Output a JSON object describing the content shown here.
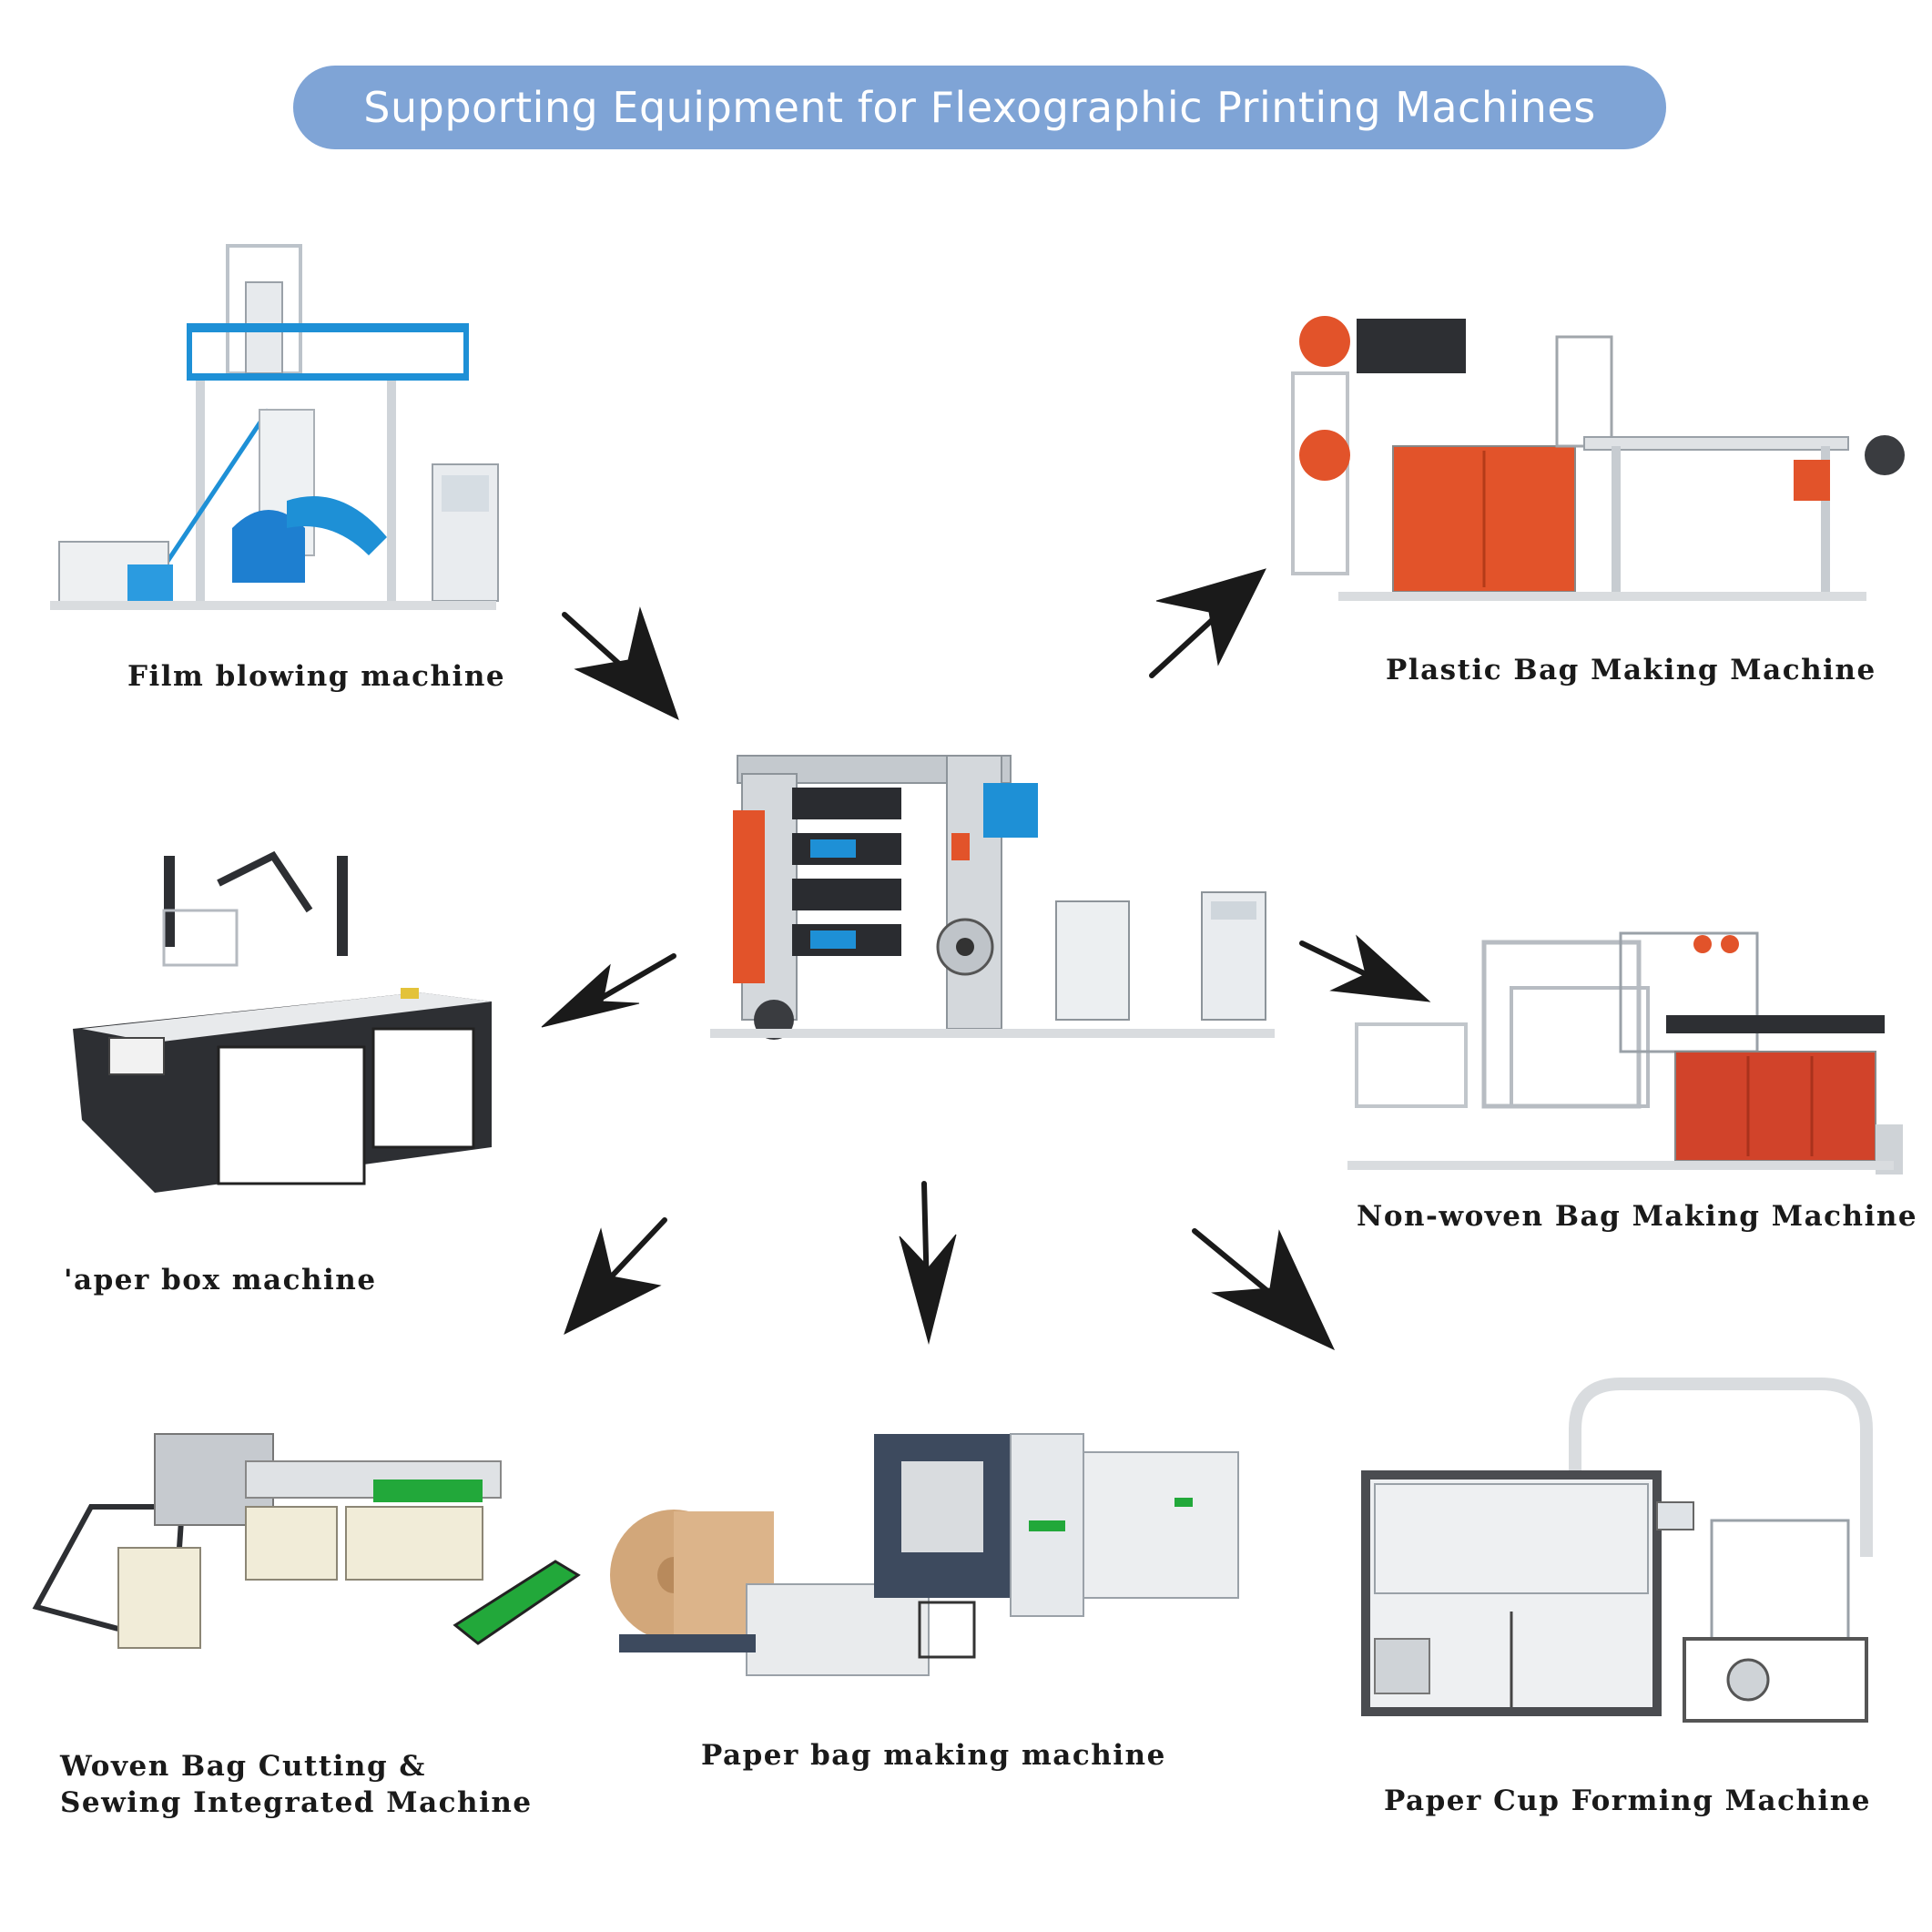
{
  "title": "Supporting Equipment for Flexographic Printing Machines",
  "colors": {
    "banner": "#7fa4d6",
    "accent_orange": "#e2532a",
    "machine_blue": "#1e90d6",
    "frame_gray": "#bfc3c8",
    "dark_panel": "#2d2f33",
    "kraft": "#d2a77a",
    "conveyor_green": "#22a83a"
  },
  "center": {
    "name": "flexographic-printing-machine"
  },
  "machines": {
    "film_blowing": {
      "label": "Film blowing machine"
    },
    "plastic_bag": {
      "label": "Plastic Bag Making Machine"
    },
    "paper_box": {
      "label": "'aper box machine"
    },
    "non_woven": {
      "label": "Non-woven Bag Making Machine"
    },
    "woven_bag": {
      "label_line1": "Woven Bag Cutting &",
      "label_line2": "Sewing Integrated Machine"
    },
    "paper_bag": {
      "label": "Paper bag making machine"
    },
    "paper_cup": {
      "label": "Paper Cup Forming Machine"
    }
  }
}
